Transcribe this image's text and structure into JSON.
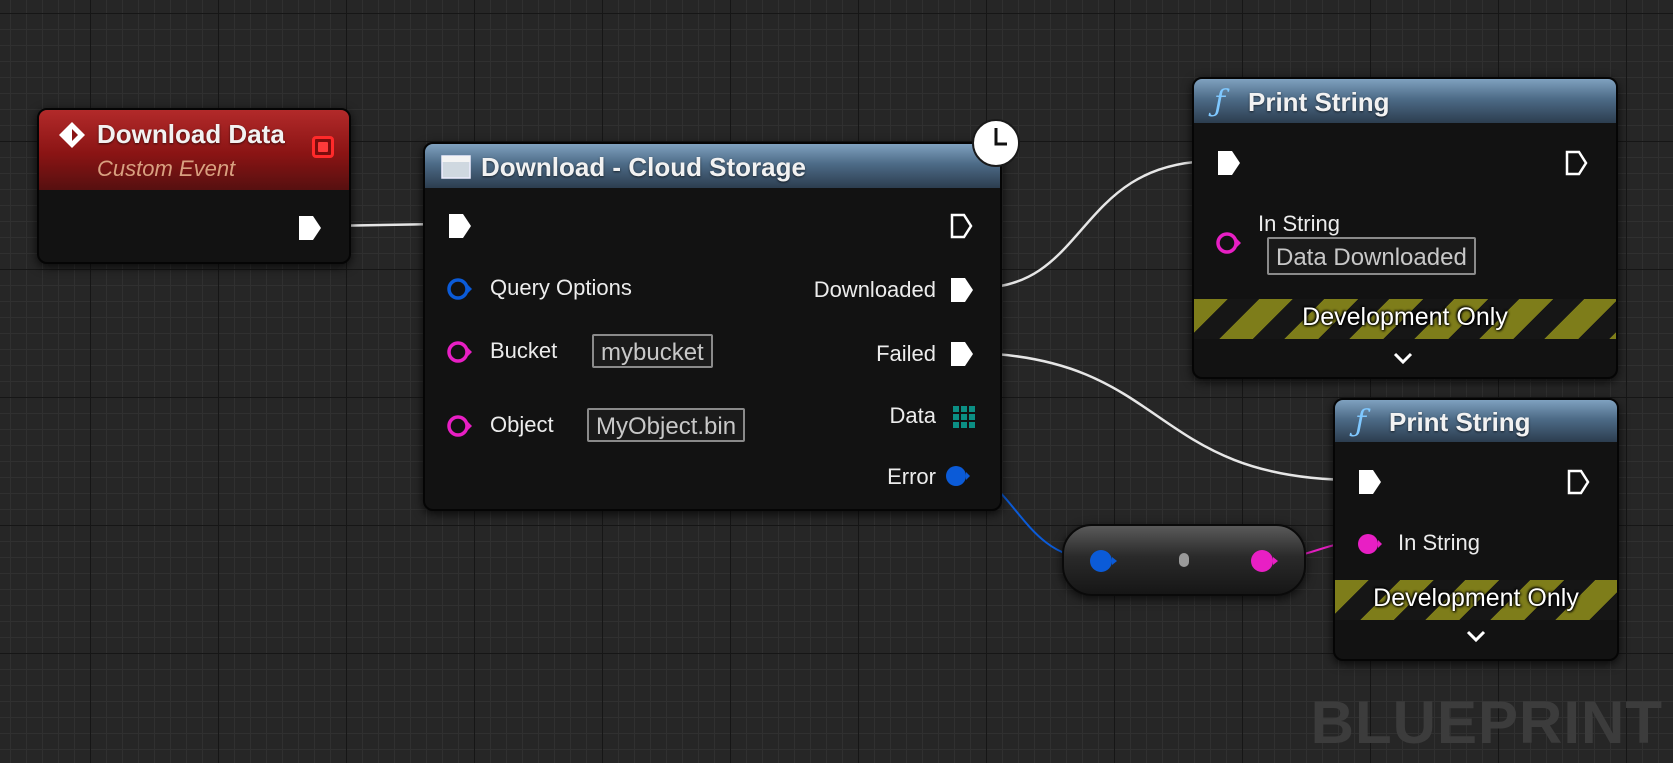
{
  "colors": {
    "exec_pin": "#ffffff",
    "string_pin": "#e81fc4",
    "struct_pin": "#0b5bd8",
    "data_pin": "#0b8f84",
    "event_header": "#9b1414",
    "function_header": "#5b7ea0",
    "dev_stripe": "#7e7d1a"
  },
  "event_node": {
    "icon": "custom-event-diamond-icon",
    "title": "Download Data",
    "subtitle": "Custom Event"
  },
  "download_node": {
    "icon": "macro-window-icon",
    "latent_icon": "clock-icon",
    "title": "Download - Cloud Storage",
    "inputs": [
      {
        "label": "Query Options",
        "type": "struct"
      },
      {
        "label": "Bucket",
        "type": "string",
        "value": "mybucket"
      },
      {
        "label": "Object",
        "type": "string",
        "value": "MyObject.bin"
      }
    ],
    "outputs": [
      {
        "label": "Downloaded",
        "type": "exec"
      },
      {
        "label": "Failed",
        "type": "exec"
      },
      {
        "label": "Data",
        "type": "array"
      },
      {
        "label": "Error",
        "type": "struct"
      }
    ]
  },
  "print_string_1": {
    "icon": "function-icon",
    "title": "Print String",
    "in_string_label": "In String",
    "in_string_value": "Data Downloaded",
    "dev_label": "Development Only"
  },
  "print_string_2": {
    "icon": "function-icon",
    "title": "Print String",
    "in_string_label": "In String",
    "dev_label": "Development Only"
  },
  "convert_node": {
    "icon": "conversion-dot-icon"
  },
  "watermark": "BLUEPRINT"
}
